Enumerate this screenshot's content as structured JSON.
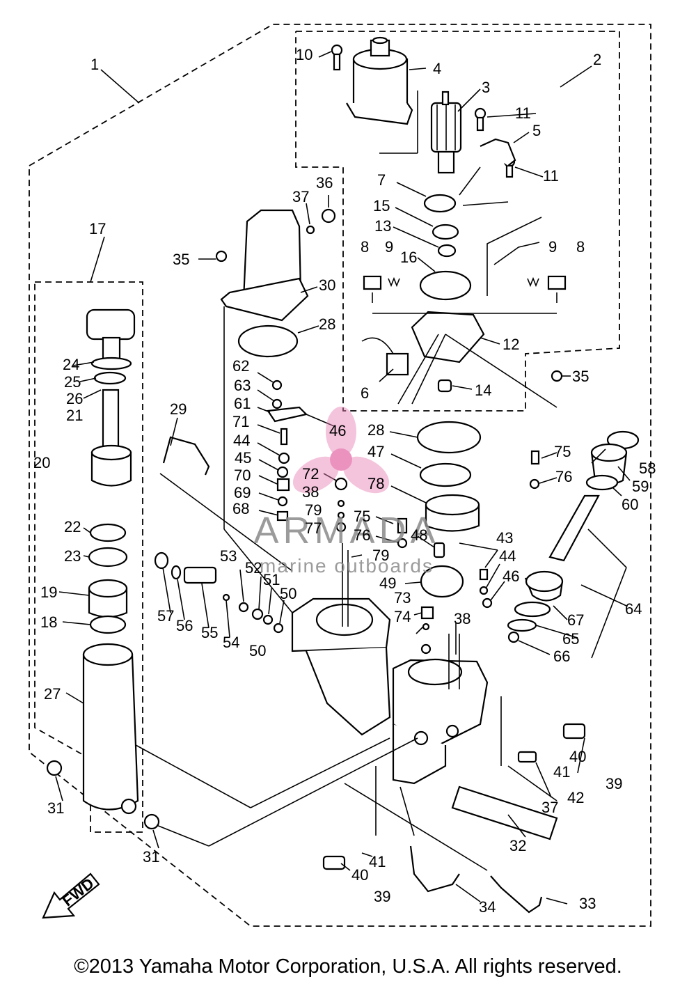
{
  "diagram": {
    "callouts": [
      {
        "id": "1",
        "text": "1"
      },
      {
        "id": "2",
        "text": "2"
      },
      {
        "id": "3",
        "text": "3"
      },
      {
        "id": "4",
        "text": "4"
      },
      {
        "id": "5",
        "text": "5"
      },
      {
        "id": "6",
        "text": "6"
      },
      {
        "id": "7",
        "text": "7"
      },
      {
        "id": "8a",
        "text": "8"
      },
      {
        "id": "8b",
        "text": "8"
      },
      {
        "id": "9a",
        "text": "9"
      },
      {
        "id": "9b",
        "text": "9"
      },
      {
        "id": "10",
        "text": "10"
      },
      {
        "id": "11a",
        "text": "11"
      },
      {
        "id": "11b",
        "text": "11"
      },
      {
        "id": "12",
        "text": "12"
      },
      {
        "id": "13",
        "text": "13"
      },
      {
        "id": "14",
        "text": "14"
      },
      {
        "id": "15",
        "text": "15"
      },
      {
        "id": "16",
        "text": "16"
      },
      {
        "id": "17",
        "text": "17"
      },
      {
        "id": "18",
        "text": "18"
      },
      {
        "id": "19",
        "text": "19"
      },
      {
        "id": "20",
        "text": "20"
      },
      {
        "id": "21",
        "text": "21"
      },
      {
        "id": "22",
        "text": "22"
      },
      {
        "id": "23",
        "text": "23"
      },
      {
        "id": "24",
        "text": "24"
      },
      {
        "id": "25",
        "text": "25"
      },
      {
        "id": "26",
        "text": "26"
      },
      {
        "id": "27",
        "text": "27"
      },
      {
        "id": "28a",
        "text": "28"
      },
      {
        "id": "28b",
        "text": "28"
      },
      {
        "id": "29",
        "text": "29"
      },
      {
        "id": "30",
        "text": "30"
      },
      {
        "id": "31a",
        "text": "31"
      },
      {
        "id": "31b",
        "text": "31"
      },
      {
        "id": "32",
        "text": "32"
      },
      {
        "id": "33",
        "text": "33"
      },
      {
        "id": "34",
        "text": "34"
      },
      {
        "id": "35a",
        "text": "35"
      },
      {
        "id": "35b",
        "text": "35"
      },
      {
        "id": "36",
        "text": "36"
      },
      {
        "id": "37a",
        "text": "37"
      },
      {
        "id": "37b",
        "text": "37"
      },
      {
        "id": "38a",
        "text": "38"
      },
      {
        "id": "38b",
        "text": "38"
      },
      {
        "id": "39a",
        "text": "39"
      },
      {
        "id": "39b",
        "text": "39"
      },
      {
        "id": "40a",
        "text": "40"
      },
      {
        "id": "40b",
        "text": "40"
      },
      {
        "id": "41a",
        "text": "41"
      },
      {
        "id": "41b",
        "text": "41"
      },
      {
        "id": "42",
        "text": "42"
      },
      {
        "id": "43",
        "text": "43"
      },
      {
        "id": "44a",
        "text": "44"
      },
      {
        "id": "44b",
        "text": "44"
      },
      {
        "id": "45",
        "text": "45"
      },
      {
        "id": "46a",
        "text": "46"
      },
      {
        "id": "46b",
        "text": "46"
      },
      {
        "id": "47",
        "text": "47"
      },
      {
        "id": "48",
        "text": "48"
      },
      {
        "id": "49",
        "text": "49"
      },
      {
        "id": "50a",
        "text": "50"
      },
      {
        "id": "50b",
        "text": "50"
      },
      {
        "id": "51",
        "text": "51"
      },
      {
        "id": "52",
        "text": "52"
      },
      {
        "id": "53",
        "text": "53"
      },
      {
        "id": "54",
        "text": "54"
      },
      {
        "id": "55",
        "text": "55"
      },
      {
        "id": "56",
        "text": "56"
      },
      {
        "id": "57",
        "text": "57"
      },
      {
        "id": "58",
        "text": "58"
      },
      {
        "id": "59",
        "text": "59"
      },
      {
        "id": "60",
        "text": "60"
      },
      {
        "id": "61",
        "text": "61"
      },
      {
        "id": "62",
        "text": "62"
      },
      {
        "id": "63",
        "text": "63"
      },
      {
        "id": "64",
        "text": "64"
      },
      {
        "id": "65",
        "text": "65"
      },
      {
        "id": "66",
        "text": "66"
      },
      {
        "id": "67",
        "text": "67"
      },
      {
        "id": "68",
        "text": "68"
      },
      {
        "id": "69",
        "text": "69"
      },
      {
        "id": "70",
        "text": "70"
      },
      {
        "id": "71",
        "text": "71"
      },
      {
        "id": "72",
        "text": "72"
      },
      {
        "id": "73",
        "text": "73"
      },
      {
        "id": "74",
        "text": "74"
      },
      {
        "id": "75a",
        "text": "75"
      },
      {
        "id": "75b",
        "text": "75"
      },
      {
        "id": "76a",
        "text": "76"
      },
      {
        "id": "76b",
        "text": "76"
      },
      {
        "id": "77",
        "text": "77"
      },
      {
        "id": "78",
        "text": "78"
      },
      {
        "id": "79a",
        "text": "79"
      },
      {
        "id": "79b",
        "text": "79"
      }
    ],
    "fwd_label": "FWD",
    "watermark": {
      "brand": "ARMADA",
      "tagline": "marine outboards",
      "accent_color": "#e87fb4"
    }
  },
  "footer": {
    "copyright": "©2013 Yamaha Motor Corporation, U.S.A. All rights reserved."
  }
}
